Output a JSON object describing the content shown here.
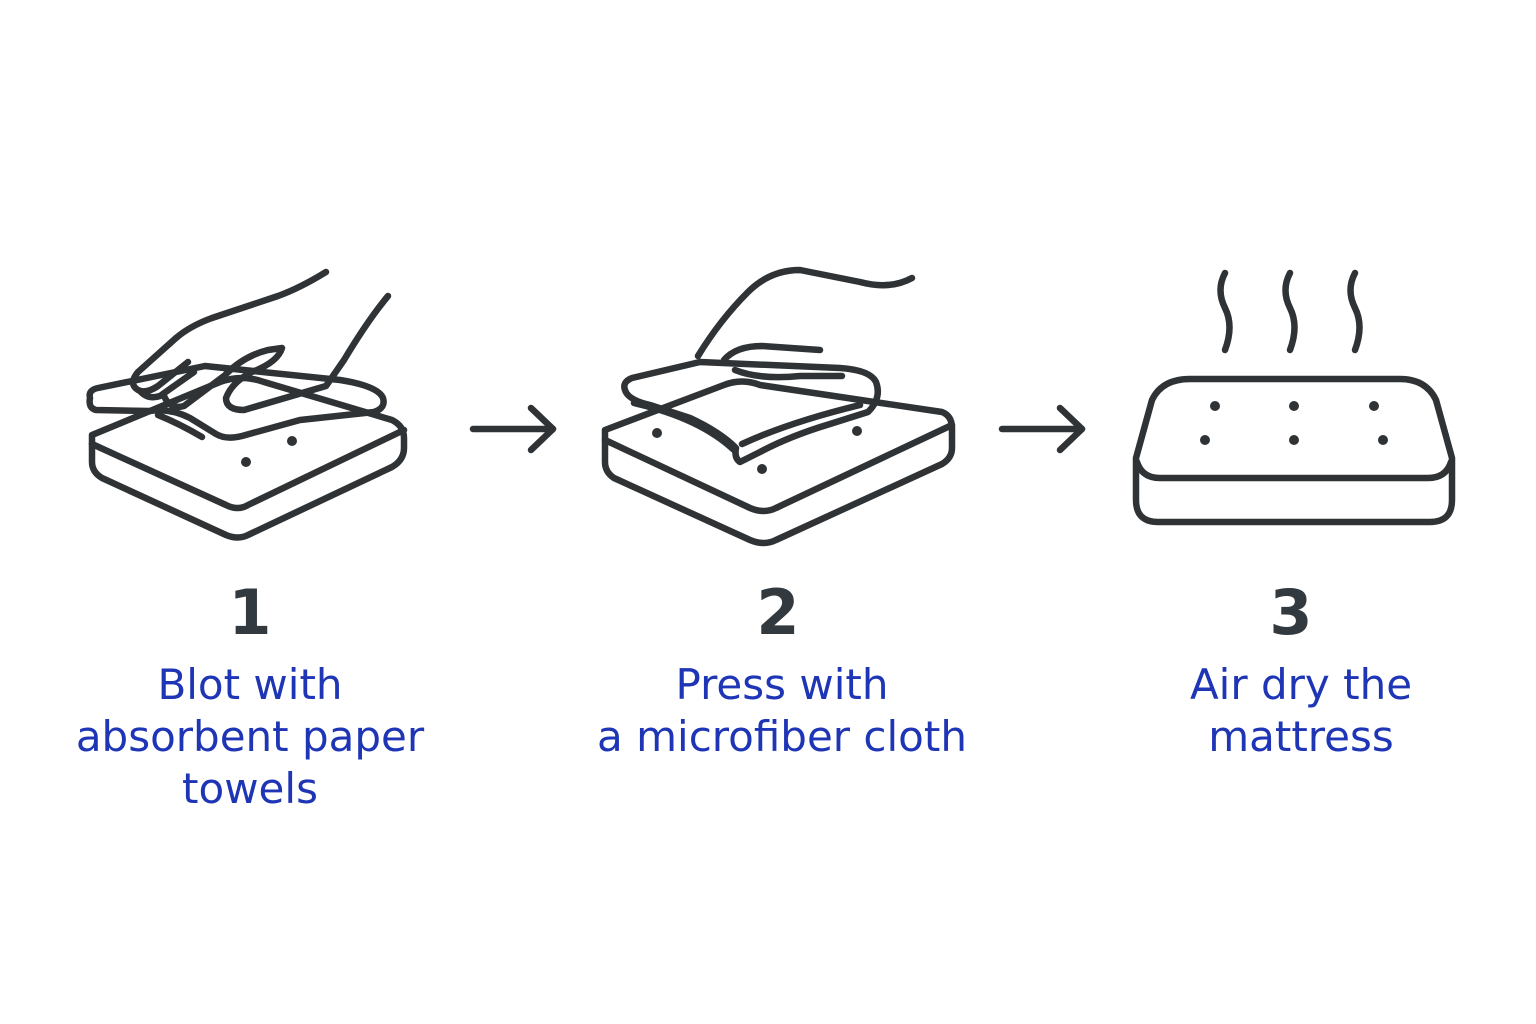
{
  "colors": {
    "line": "#2f3336",
    "number": "#333a3f",
    "caption": "#1e35b5",
    "background": "#ffffff"
  },
  "steps": [
    {
      "number": "1",
      "caption_lines": [
        "Blot with",
        "absorbent paper",
        "towels"
      ],
      "icon": "hand-blotting-paper-towel-on-mattress-icon"
    },
    {
      "number": "2",
      "caption_lines": [
        "Press with",
        "a microfiber cloth"
      ],
      "icon": "hand-pressing-microfiber-cloth-on-mattress-icon"
    },
    {
      "number": "3",
      "caption_lines": [
        "Air dry the",
        "mattress"
      ],
      "icon": "mattress-with-steam-icon"
    }
  ],
  "connectors": [
    "arrow-right-icon",
    "arrow-right-icon"
  ]
}
